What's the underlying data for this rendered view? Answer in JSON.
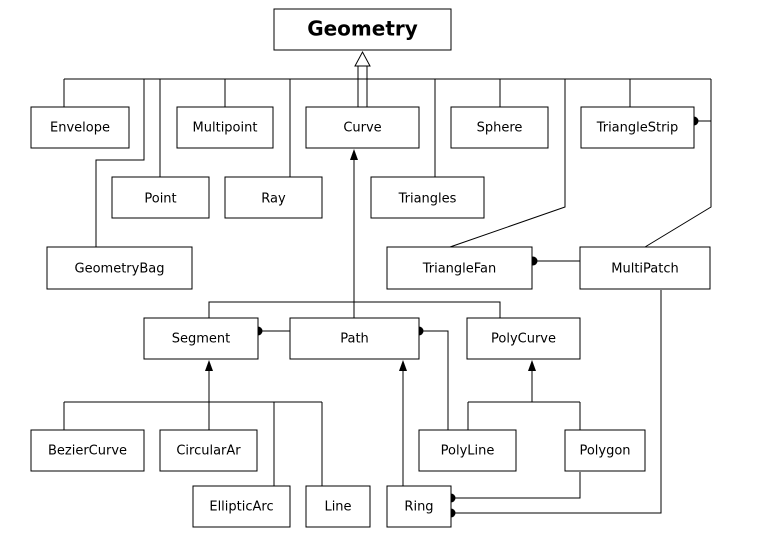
{
  "diagram": {
    "root": "Geometry",
    "nodes": {
      "envelope": "Envelope",
      "multipoint": "Multipoint",
      "curve": "Curve",
      "sphere": "Sphere",
      "triangle_strip": "TriangleStrip",
      "point": "Point",
      "ray": "Ray",
      "triangles": "Triangles",
      "geometry_bag": "GeometryBag",
      "triangle_fan": "TriangleFan",
      "multi_patch": "MultiPatch",
      "segment": "Segment",
      "path": "Path",
      "poly_curve": "PolyCurve",
      "bezier_curve": "BezierCurve",
      "circular_arc": "CircularAr",
      "poly_line": "PolyLine",
      "polygon": "Polygon",
      "elliptic_arc": "EllipticArc",
      "line": "Line",
      "ring": "Ring"
    }
  }
}
